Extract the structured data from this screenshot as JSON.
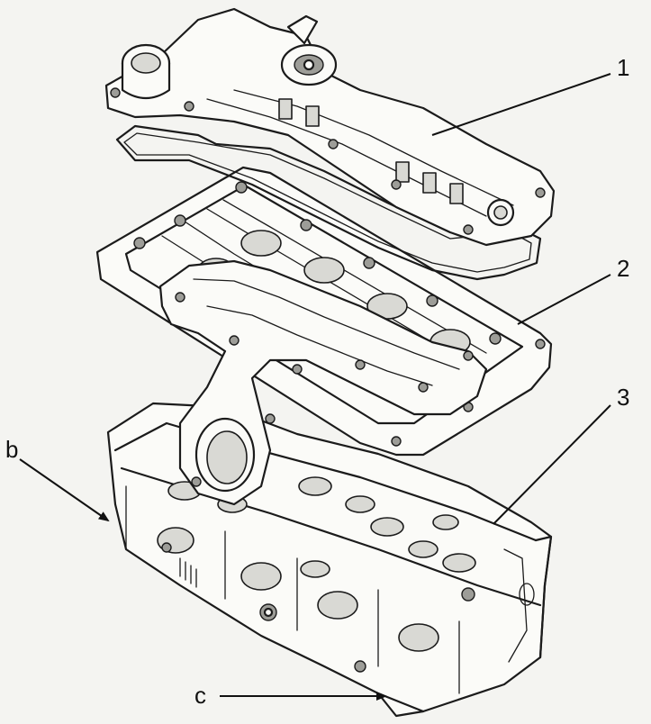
{
  "labels": {
    "part1": "1",
    "part2": "2",
    "part3": "3",
    "arrow_b": "b",
    "arrow_c": "c"
  }
}
